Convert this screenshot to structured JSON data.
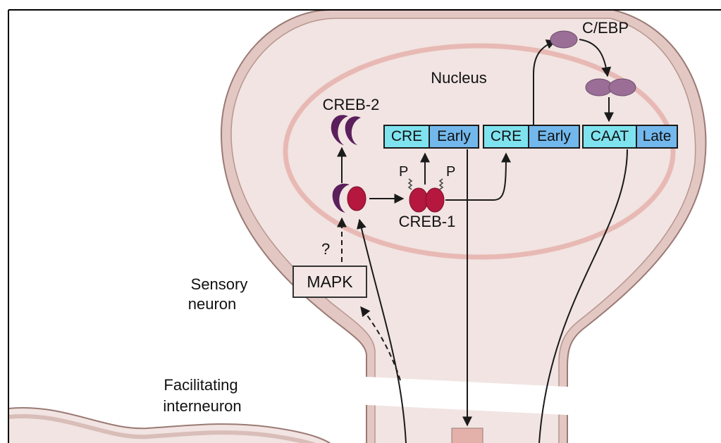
{
  "labels": {
    "nucleus": "Nucleus",
    "creb2": "CREB-2",
    "creb1": "CREB-1",
    "cebp": "C/EBP",
    "phospho_left": "P",
    "phospho_right": "P",
    "question": "?",
    "mapk": "MAPK",
    "sensory_neuron_line1": "Sensory",
    "sensory_neuron_line2": "neuron",
    "interneuron_line1": "Facilitating",
    "interneuron_line2": "interneuron"
  },
  "gene_boxes": [
    {
      "element": "CRE",
      "gene": "Early"
    },
    {
      "element": "CRE",
      "gene": "Early"
    },
    {
      "element": "CAAT",
      "gene": "Late"
    }
  ],
  "colors": {
    "cytoplasm": "#f1e4e2",
    "membrane": "#e0c4bf",
    "membrane_outline": "#9a7a74",
    "nucleus_border": "#e8b9b4",
    "creb2_protein": "#5b1f5c",
    "creb1_protein": "#b5173e",
    "cebp_protein": "#9a6e96",
    "cre_box": "#7fe3ef",
    "early_box": "#73b8ec",
    "arrow": "#1a1a1a"
  }
}
